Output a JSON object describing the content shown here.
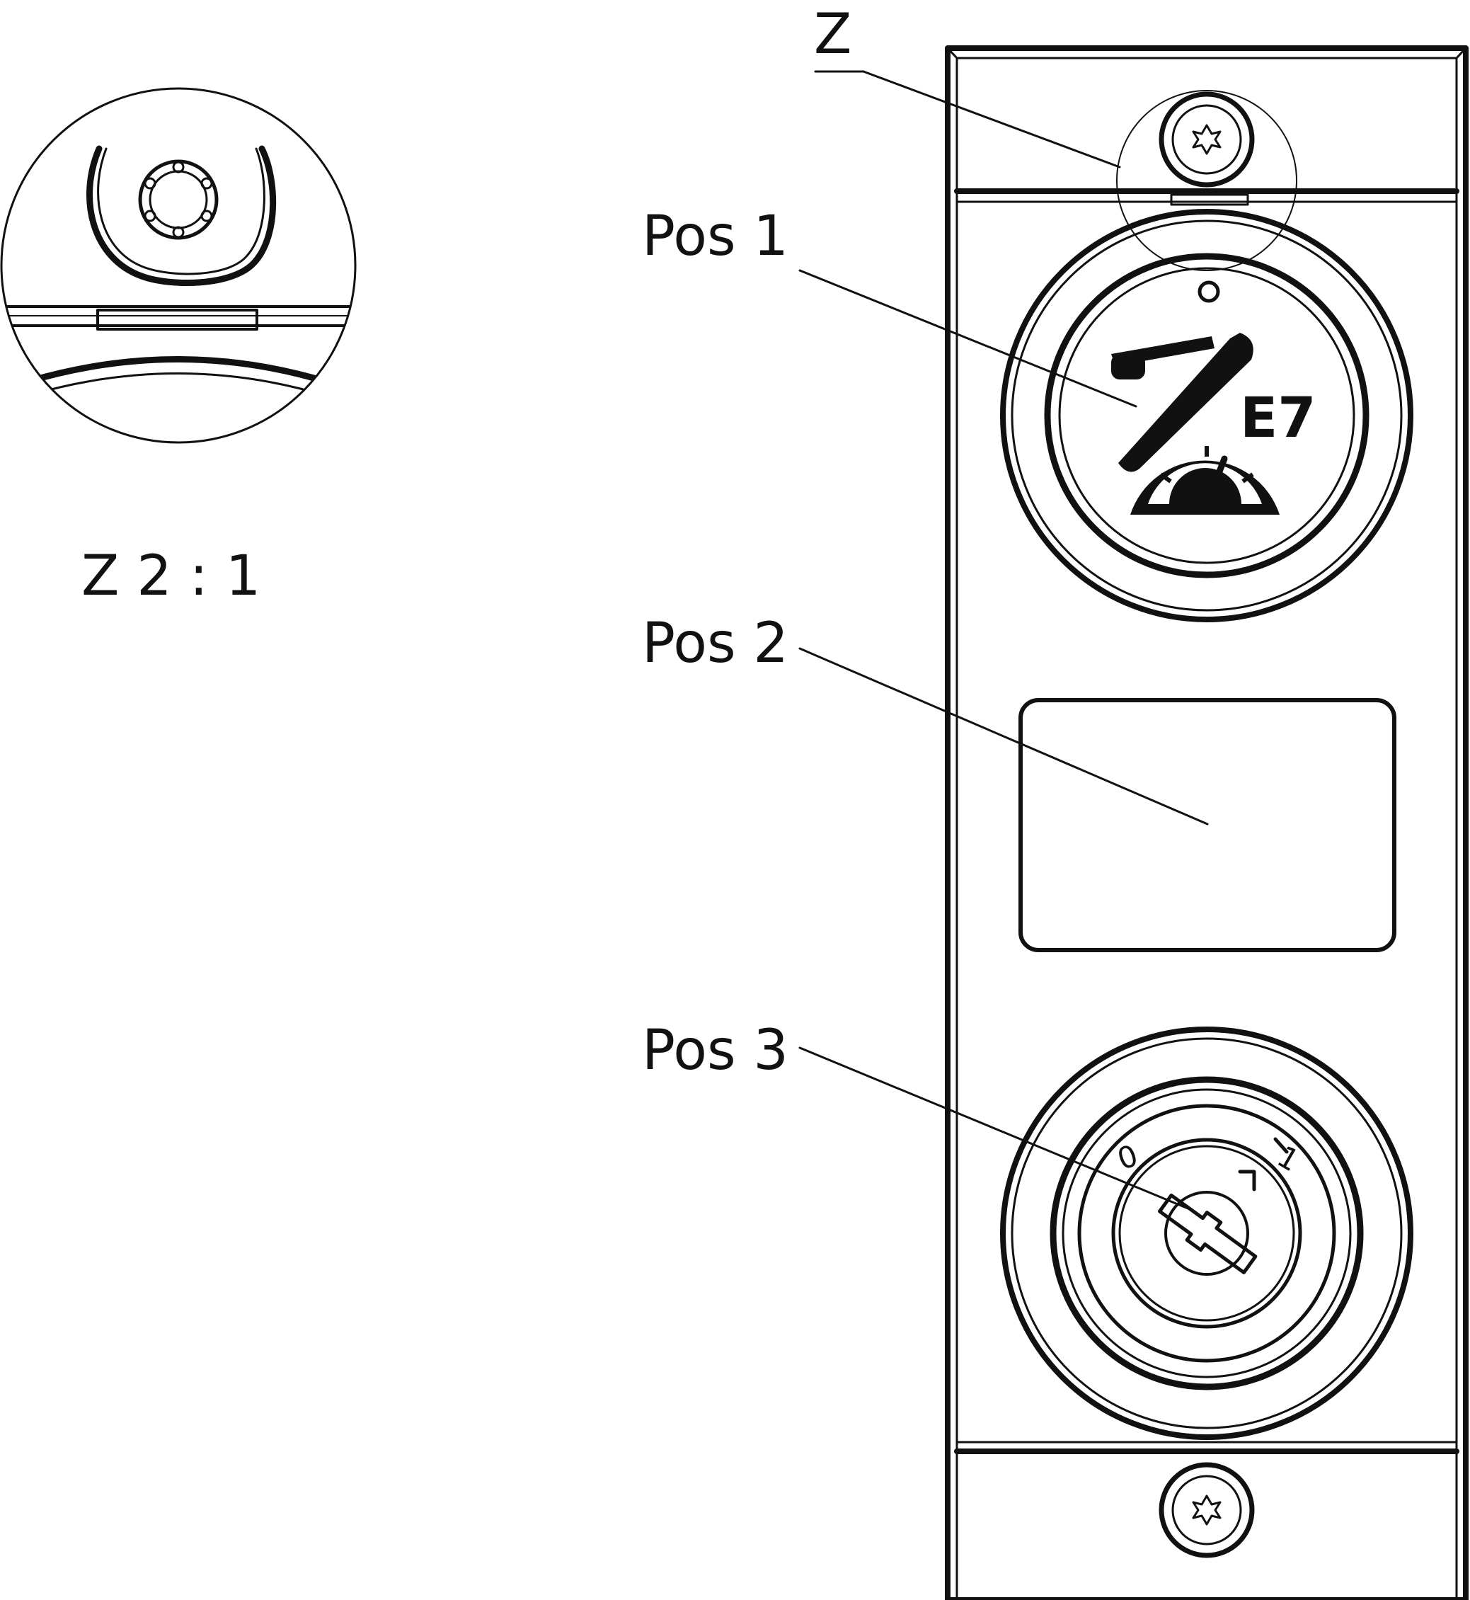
{
  "labels": {
    "detail_marker": "Z",
    "detail_caption": "Z  2 : 1",
    "pos1": "Pos 1",
    "pos2": "Pos 2",
    "pos3": "Pos 3",
    "indicator_code": "E7",
    "switch_off": "0",
    "switch_on": "1"
  },
  "icons": {
    "screw": "torx-screw-icon",
    "indicator": "hand-brake-gauge-icon",
    "switch": "key-switch-icon"
  },
  "colors": {
    "line": "#111111",
    "background": "#ffffff"
  }
}
